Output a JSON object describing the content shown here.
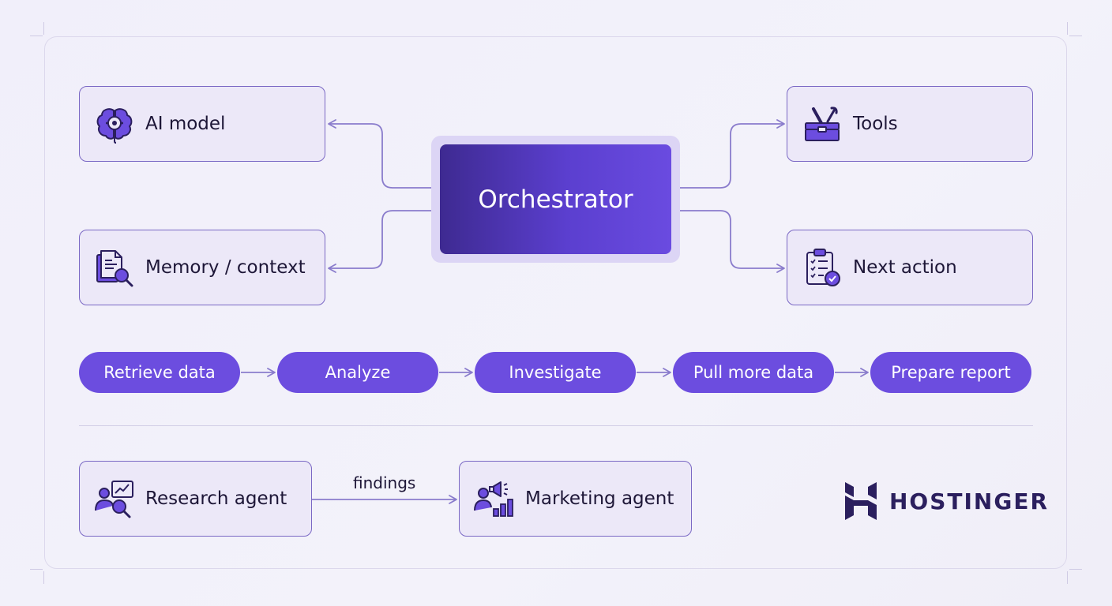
{
  "nodes": {
    "ai_model": "AI model",
    "memory": "Memory / context",
    "orchestrator": "Orchestrator",
    "tools": "Tools",
    "next_action": "Next action"
  },
  "pipeline": [
    "Retrieve data",
    "Analyze",
    "Investigate",
    "Pull more data",
    "Prepare report"
  ],
  "agents": {
    "research": "Research agent",
    "edge_label": "findings",
    "marketing": "Marketing agent"
  },
  "brand": {
    "name": "HOSTINGER"
  },
  "icons": {
    "ai_model": "brain-gear-icon",
    "memory": "document-search-icon",
    "tools": "toolbox-icon",
    "next_action": "checklist-icon",
    "research": "person-chart-search-icon",
    "marketing": "person-megaphone-icon",
    "logo": "hostinger-logo"
  },
  "colors": {
    "accent": "#6c4ddf",
    "orchestrator_dark": "#3e2a91",
    "card_fill": "#ece8f8",
    "card_border": "#7a68c4",
    "line": "#8a7ccc",
    "text": "#1d1637"
  }
}
